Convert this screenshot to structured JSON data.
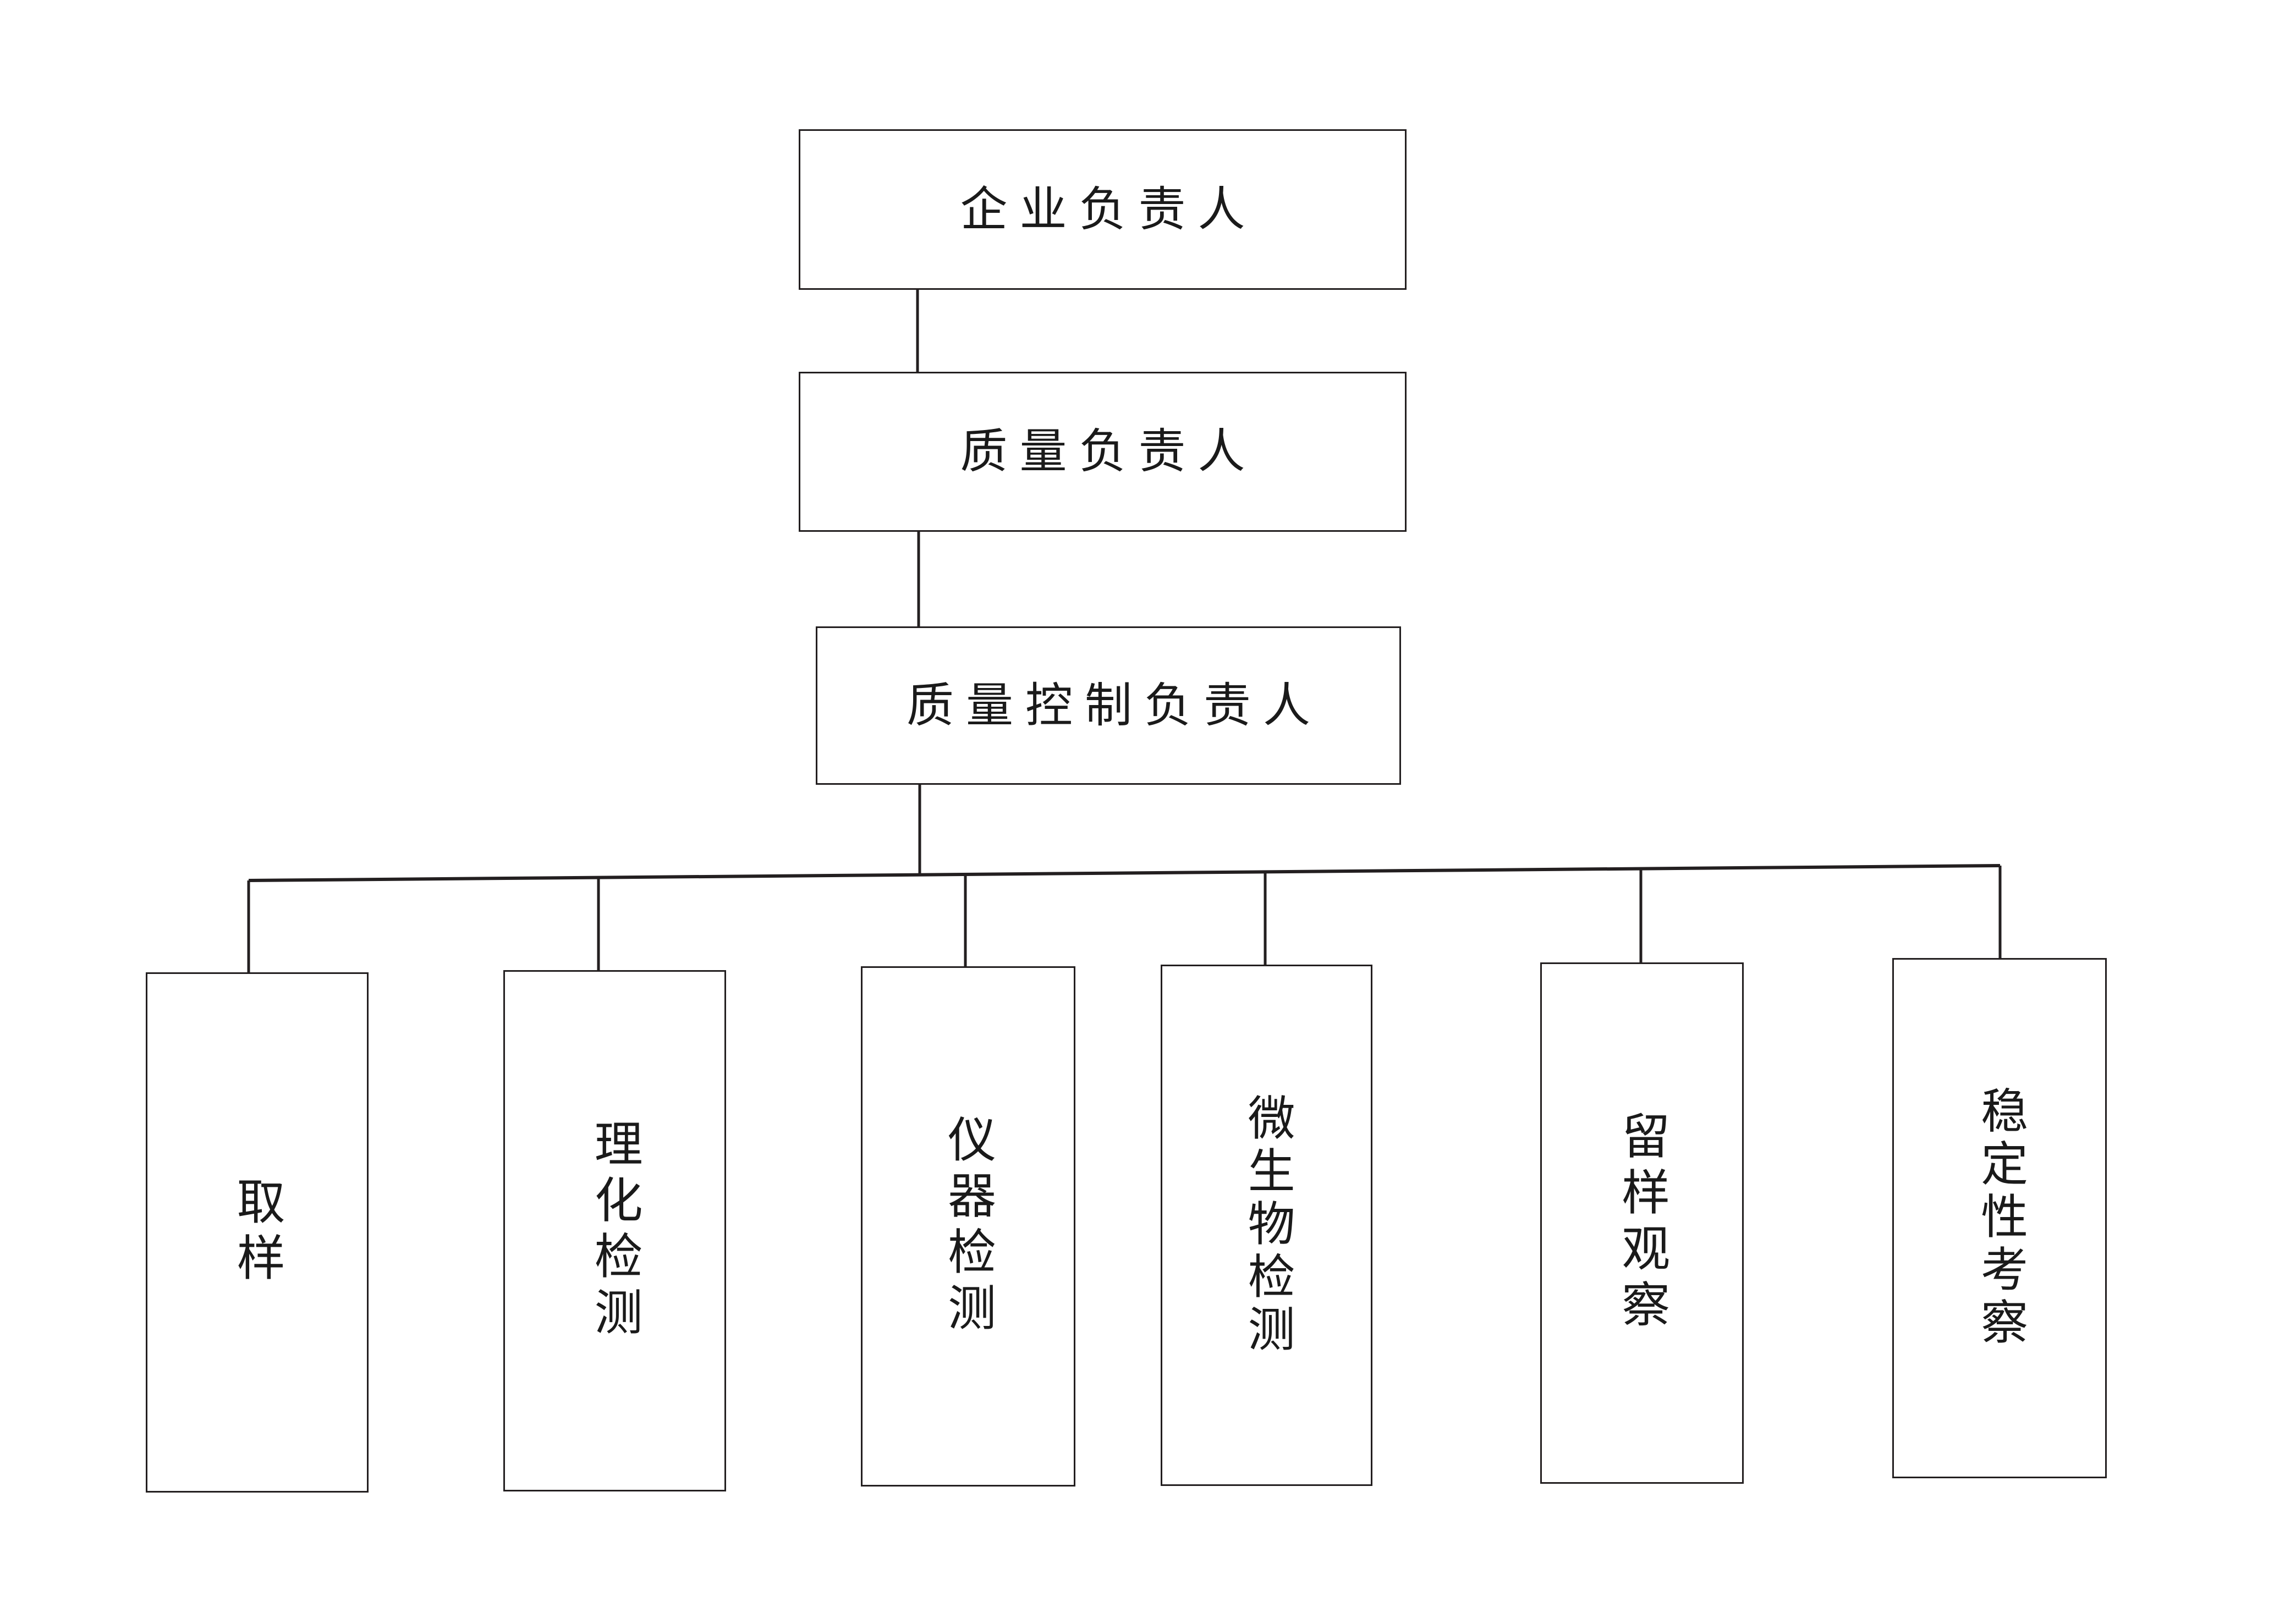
{
  "diagram": {
    "type": "organization-chart",
    "orientation": "top-down",
    "background_color": "#ffffff",
    "line_color": "#231f20",
    "text_color": "#1a1a1a",
    "levels": [
      {
        "level": 1,
        "nodes": [
          {
            "id": "enterprise-leader",
            "label": "企业负责人",
            "text_direction": "horizontal"
          }
        ]
      },
      {
        "level": 2,
        "nodes": [
          {
            "id": "quality-leader",
            "label": "质量负责人",
            "text_direction": "horizontal"
          }
        ]
      },
      {
        "level": 3,
        "nodes": [
          {
            "id": "quality-control-leader",
            "label": "质量控制负责人",
            "text_direction": "horizontal"
          }
        ]
      },
      {
        "level": 4,
        "nodes": [
          {
            "id": "sampling",
            "label": "取样",
            "text_direction": "vertical"
          },
          {
            "id": "physicochemical-testing",
            "label": "理化检测",
            "text_direction": "vertical"
          },
          {
            "id": "instrument-testing",
            "label": "仪器检测",
            "text_direction": "vertical"
          },
          {
            "id": "microbiological-testing",
            "label": "微生物检测",
            "text_direction": "vertical"
          },
          {
            "id": "retained-sample-observation",
            "label": "留样观察",
            "text_direction": "vertical"
          },
          {
            "id": "stability-study",
            "label": "稳定性考察",
            "text_direction": "vertical"
          }
        ]
      }
    ],
    "edges": [
      {
        "from": "enterprise-leader",
        "to": "quality-leader"
      },
      {
        "from": "quality-leader",
        "to": "quality-control-leader"
      },
      {
        "from": "quality-control-leader",
        "to": "sampling"
      },
      {
        "from": "quality-control-leader",
        "to": "physicochemical-testing"
      },
      {
        "from": "quality-control-leader",
        "to": "instrument-testing"
      },
      {
        "from": "quality-control-leader",
        "to": "microbiological-testing"
      },
      {
        "from": "quality-control-leader",
        "to": "retained-sample-observation"
      },
      {
        "from": "quality-control-leader",
        "to": "stability-study"
      }
    ]
  }
}
